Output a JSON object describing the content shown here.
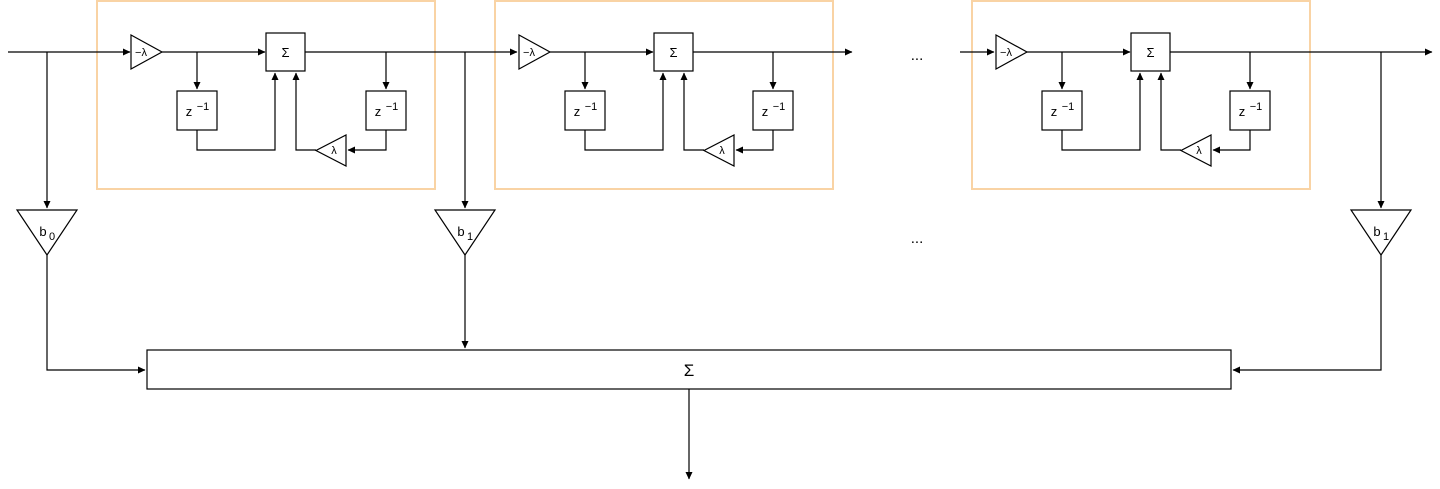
{
  "stage": {
    "gain_neg": "−λ",
    "gain_pos": "λ",
    "sum": "Σ",
    "delay_base": "z",
    "delay_exp": "−1"
  },
  "taps": [
    {
      "base": "b",
      "sub": "0"
    },
    {
      "base": "b",
      "sub": "1"
    },
    {
      "base": "b",
      "sub": "1"
    }
  ],
  "ellipsis_top": "...",
  "ellipsis_mid": "...",
  "output_sum": "Σ",
  "colors": {
    "stage_frame": "#f9d3a4",
    "line": "#000000"
  }
}
